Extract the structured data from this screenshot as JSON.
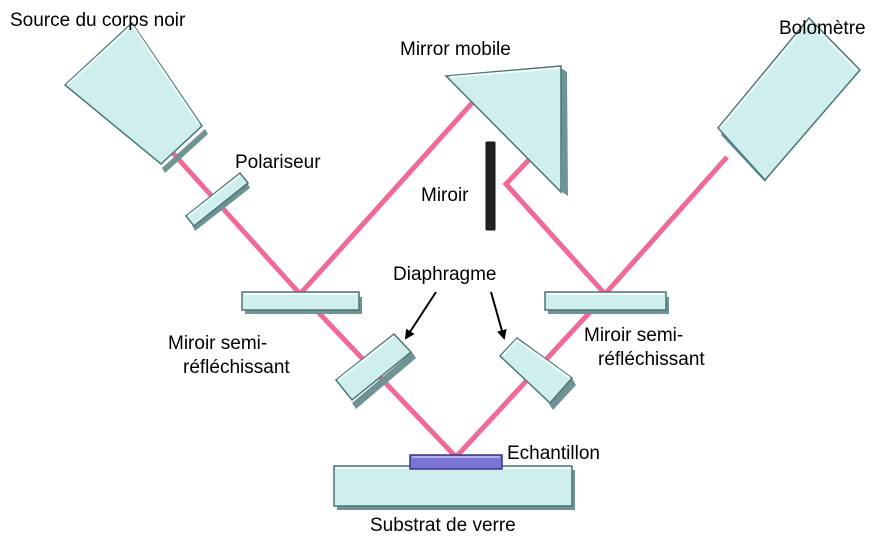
{
  "labels": {
    "source": "Source du corps noir",
    "mirror_mobile": "Mirror mobile",
    "bolometer": "Bolomètre",
    "polarizer": "Polariseur",
    "mirror": "Miroir",
    "diaphragm": "Diaphragme",
    "semi_mirror_left_line1": "Miroir semi-",
    "semi_mirror_left_line2": "réfléchissant",
    "semi_mirror_right_line1": "Miroir semi-",
    "semi_mirror_right_line2": "réfléchissant",
    "sample": "Echantillon",
    "substrate": "Substrat de verre"
  },
  "colors": {
    "beam": "#f06a98",
    "optic_fill": "#cfeeee",
    "optic_edge": "#4e7577",
    "sample_fill": "#7a74d4",
    "mirror_dark": "#222222"
  }
}
